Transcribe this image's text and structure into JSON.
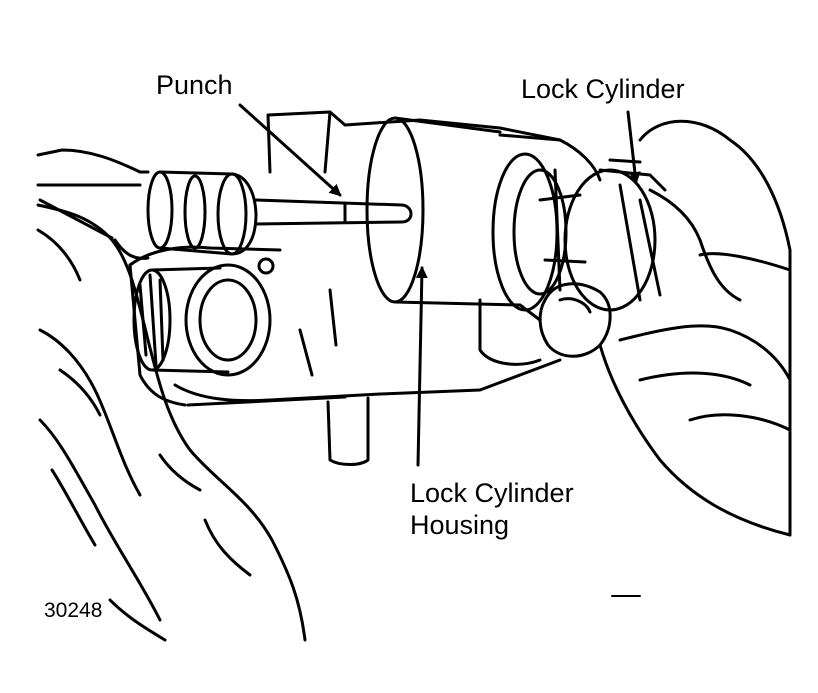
{
  "labels": {
    "punch": "Punch",
    "lock_cylinder": "Lock Cylinder",
    "lock_cylinder_housing_line1": "Lock Cylinder",
    "lock_cylinder_housing_line2": "Housing"
  },
  "figure_number": "30248",
  "colors": {
    "ink": "#000000",
    "paper": "#ffffff"
  }
}
